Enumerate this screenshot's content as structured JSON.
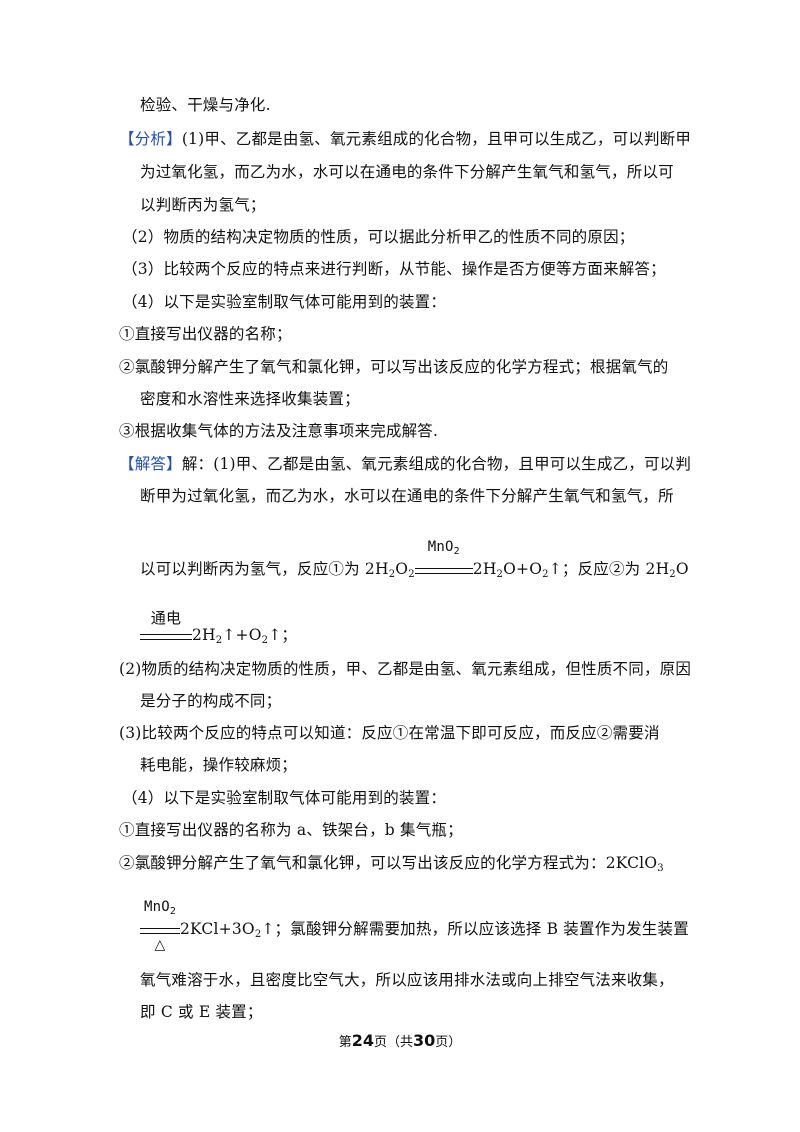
{
  "lines": {
    "l1": "检验、干燥与净化.",
    "l2_tag": "【分析】",
    "l2": "(1)甲、乙都是由氢、氧元素组成的化合物，且甲可以生成乙，可以判断甲",
    "l3": "为过氧化氢，而乙为水，水可以在通电的条件下分解产生氧气和氢气，所以可",
    "l4": "以判断丙为氢气；",
    "l5": "（2）物质的结构决定物质的性质，可以据此分析甲乙的性质不同的原因；",
    "l6": "（3）比较两个反应的特点来进行判断，从节能、操作是否方便等方面来解答；",
    "l7": "（4）以下是实验室制取气体可能用到的装置：",
    "l8": "①直接写出仪器的名称；",
    "l9": "②氯酸钾分解产生了氧气和氯化钾，可以写出该反应的化学方程式；根据氧气的",
    "l10": "密度和水溶性来选择收集装置；",
    "l11": "③根据收集气体的方法及注意事项来完成解答.",
    "l12_tag": "【解答】",
    "l12": "解：(1)甲、乙都是由氢、氧元素组成的化合物，且甲可以生成乙，可以判",
    "l13": "断甲为过氧化氢，而乙为水，水可以在通电的条件下分解产生氧气和氢气，所",
    "l14_pre": "以可以判断丙为氢气，反应①为 2H",
    "l14_s1": "2",
    "l14_o": "O",
    "l14_s2": "2",
    "l14_cat": "MnO",
    "l14_cat_sub": "2",
    "l14_prod": "2H",
    "l14_s3": "2",
    "l14_prod2": "O+O",
    "l14_s4": "2",
    "l14_post": "↑；反应②为 2H",
    "l14_s5": "2",
    "l14_end": "O",
    "l15_cond": "通电",
    "l15_a": "2H",
    "l15_s1": "2",
    "l15_b": "↑+O",
    "l15_s2": "2",
    "l15_c": "↑；",
    "l16": "(2)物质的结构决定物质的性质，甲、乙都是由氢、氧元素组成，但性质不同，原因",
    "l17": "是分子的构成不同；",
    "l18": "(3)比较两个反应的特点可以知道：反应①在常温下即可反应，而反应②需要消",
    "l19": "耗电能，操作较麻烦；",
    "l20": "（4）以下是实验室制取气体可能用到的装置：",
    "l21": "①直接写出仪器的名称为 a、铁架台，b 集气瓶；",
    "l22_a": "②氯酸钾分解产生了氧气和氯化钾，可以写出该反应的化学方程式为：2KClO",
    "l22_s": "3",
    "l23_cat": "MnO",
    "l23_cat_sub": "2",
    "l23_under": "△",
    "l23_a": "2KCl+3O",
    "l23_s": "2",
    "l23_b": "↑；氯酸钾分解需要加热，所以应该选择 B 装置作为发生装置",
    "l24": "氧气难溶于水，且密度比空气大，所以应该用排水法或向上排空气法来收集，",
    "l25": "即 C 或 E 装置；"
  },
  "footer": {
    "pre": "第",
    "page": "24",
    "mid": "页（共",
    "total": "30",
    "post": "页）"
  },
  "colors": {
    "tag": "#1f4fbf",
    "text": "#111111"
  }
}
